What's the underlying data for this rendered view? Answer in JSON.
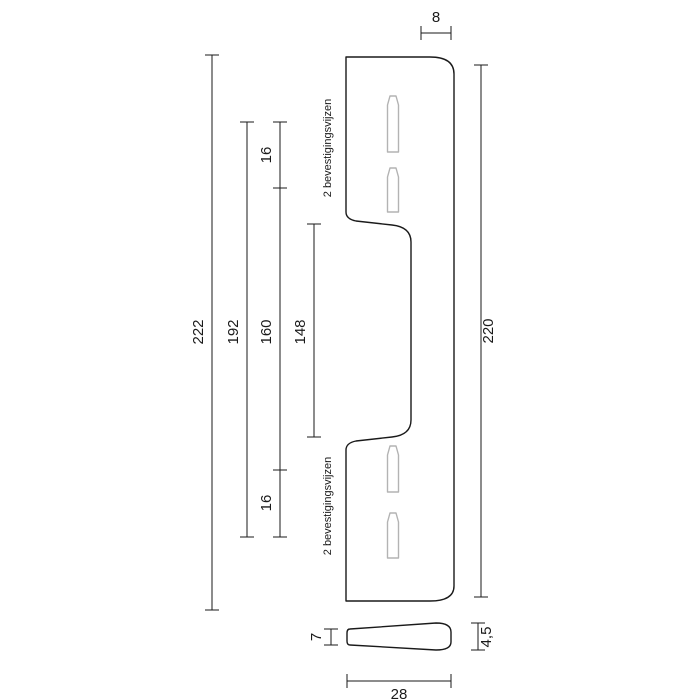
{
  "colors": {
    "line": "#1a1a1a",
    "screw_outline": "#b3b3b3",
    "background": "#ffffff"
  },
  "side_view": {
    "dim_top_chamfer": "8",
    "dim_total_height": "222",
    "dim_screw_outer_span": "192",
    "dim_screw_pair_top": "16",
    "dim_screw_inner_span": "160",
    "dim_recess_height": "148",
    "dim_face_height": "220",
    "dim_screw_pair_bottom": "16",
    "note_screws_top": "2 bevestigingsvijzen",
    "note_screws_bottom": "2 bevestigingsvijzen"
  },
  "section_view": {
    "dim_thickness_left": "7",
    "dim_thickness_right": "4,5",
    "dim_width": "28"
  }
}
